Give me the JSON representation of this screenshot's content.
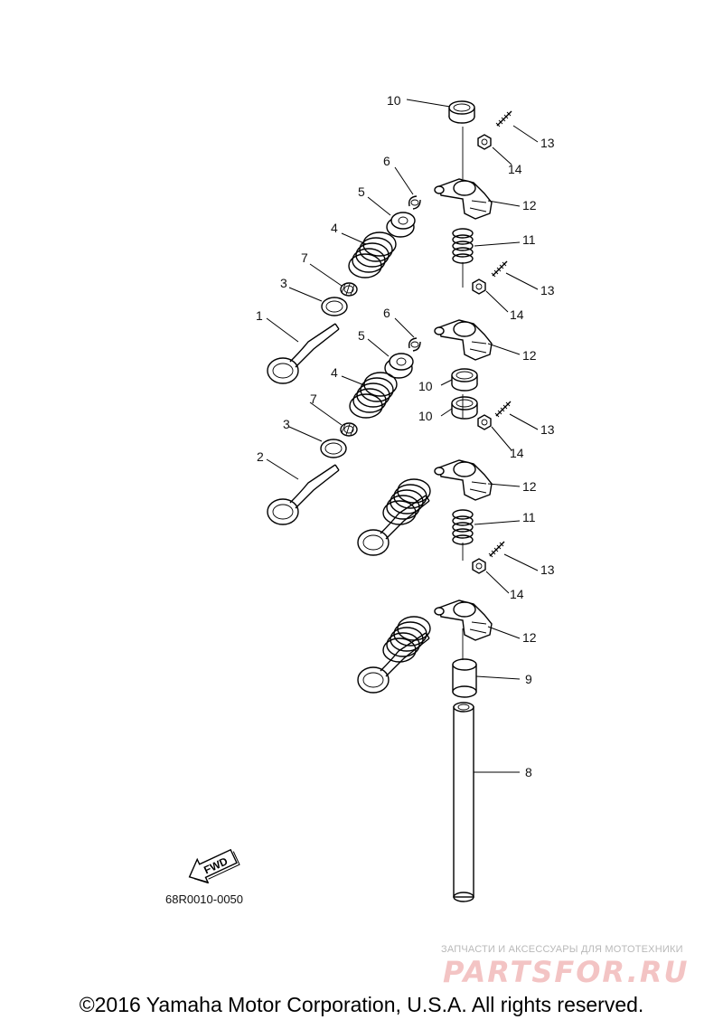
{
  "diagram": {
    "part_labels": {
      "p1": "1",
      "p2": "2",
      "p3a": "3",
      "p3b": "3",
      "p4a": "4",
      "p4b": "4",
      "p5a": "5",
      "p5b": "5",
      "p6a": "6",
      "p6b": "6",
      "p7a": "7",
      "p7b": "7",
      "p8": "8",
      "p9": "9",
      "p10a": "10",
      "p10b": "10",
      "p10c": "10",
      "p11a": "11",
      "p11b": "11",
      "p12a": "12",
      "p12b": "12",
      "p12c": "12",
      "p12d": "12",
      "p13a": "13",
      "p13b": "13",
      "p13c": "13",
      "p13d": "13",
      "p14a": "14",
      "p14b": "14",
      "p14c": "14",
      "p14d": "14"
    },
    "fwd_label": "FWD",
    "drawing_code": "68R0010-0050"
  },
  "footer": {
    "copyright": "©2016 Yamaha Motor Corporation, U.S.A. All rights reserved."
  },
  "watermark": {
    "tagline": "ЗАПЧАСТИ И АКСЕССУАРЫ ДЛЯ МОТОТЕХНИКИ",
    "logo": "PARTSFOR.RU"
  }
}
